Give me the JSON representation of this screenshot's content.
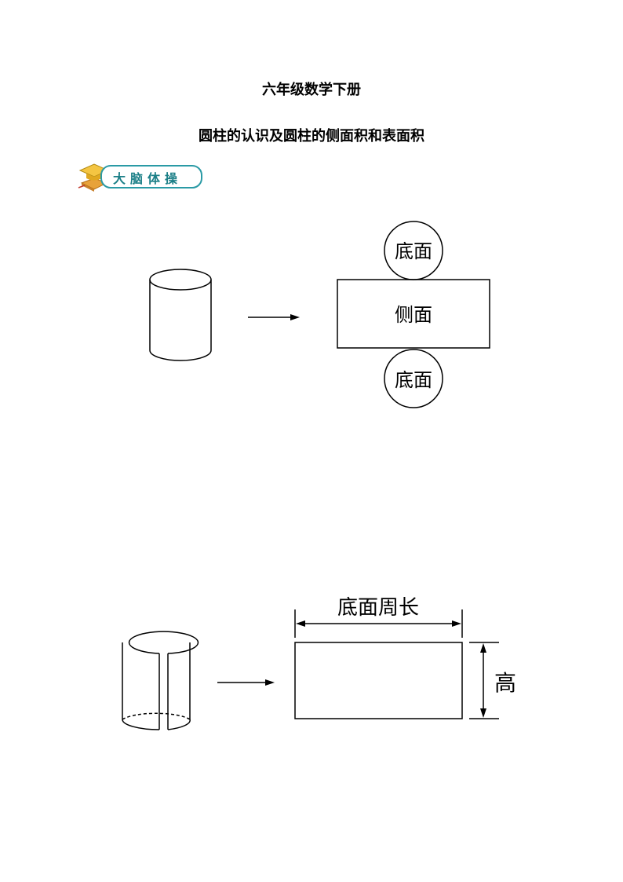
{
  "header": {
    "grade_title": "六年级数学下册",
    "lesson_title": "圆柱的认识及圆柱的侧面积和表面积"
  },
  "badge": {
    "label": "大脑体操",
    "icon": "graduation-cap-book-icon",
    "color": "#2a9aa5"
  },
  "figure1": {
    "top_circle_label": "底面",
    "rect_label": "侧面",
    "bottom_circle_label": "底面"
  },
  "figure2": {
    "width_label": "底面周长",
    "height_label": "高"
  }
}
